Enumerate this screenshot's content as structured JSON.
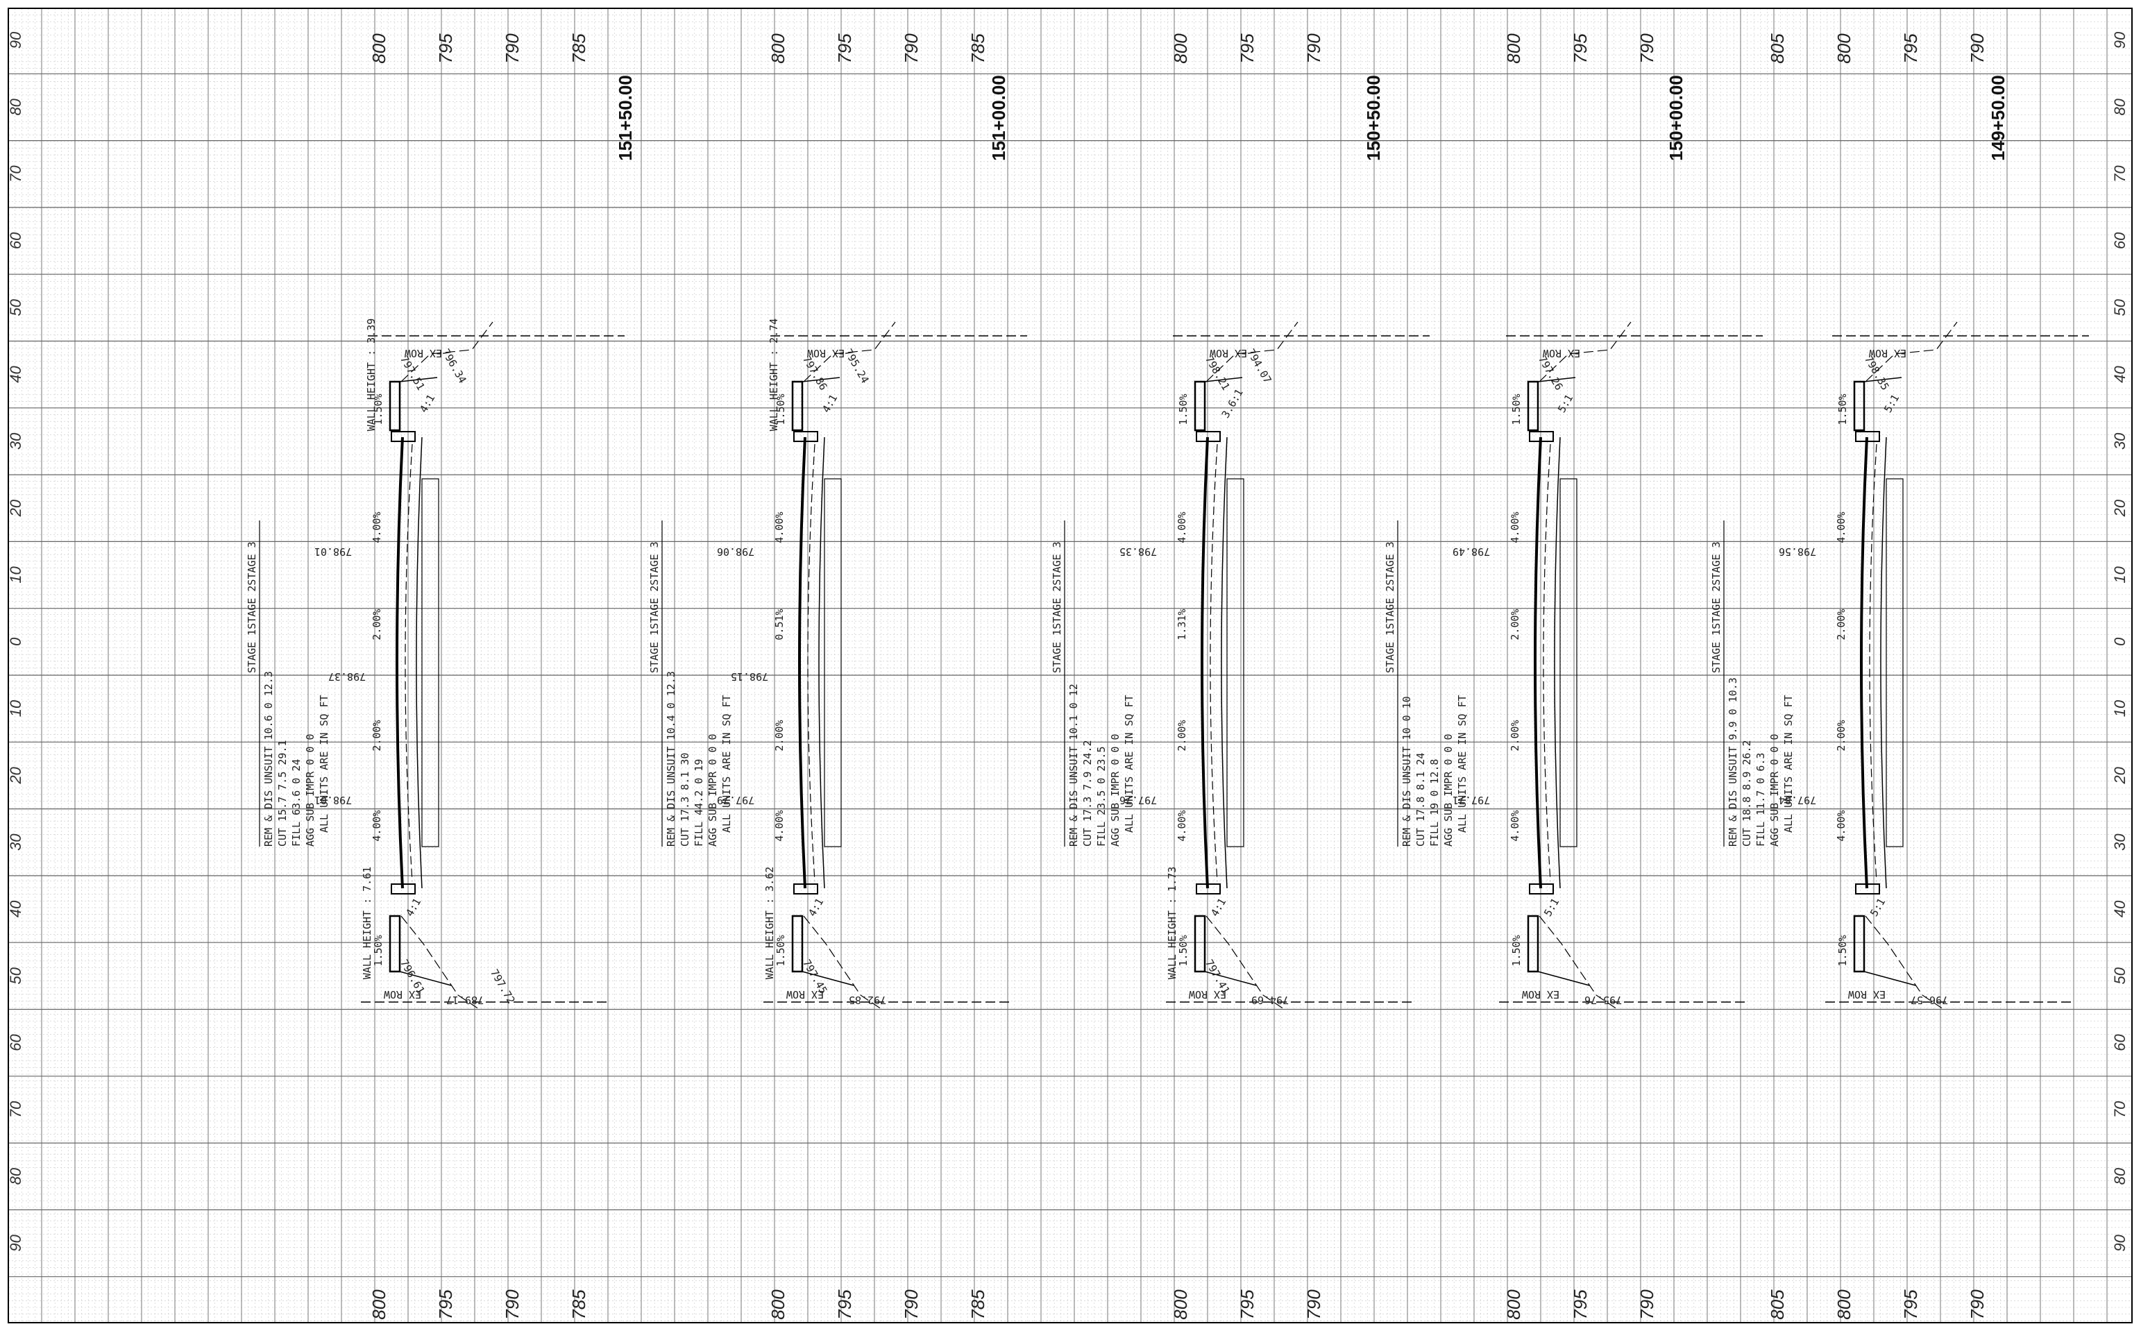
{
  "left_axis": [
    "90",
    "80",
    "70",
    "60",
    "50",
    "40",
    "30",
    "20",
    "10",
    "0",
    "10",
    "20",
    "30",
    "40",
    "50",
    "60",
    "70",
    "80",
    "90"
  ],
  "right_axis": [
    "90",
    "80",
    "70",
    "60",
    "50",
    "40",
    "30",
    "20",
    "10",
    "0",
    "10",
    "20",
    "30",
    "40",
    "50",
    "60",
    "70",
    "80",
    "90"
  ],
  "sections": [
    {
      "station": "151+50.00",
      "elevations": [
        "800",
        "795",
        "790",
        "785"
      ],
      "table_header": "STAGE 1STAGE 2STAGE 3",
      "table_rows": [
        "REM & DIS UNSUIT  10.6   0   12.3",
        "CUT               15.7  7.5  29.1",
        "FILL              63.6   0    24",
        "AGG SUB IMPR        0    0     0"
      ],
      "units_note": "ALL UNITS ARE IN SQ FT",
      "wall_top": "WALL HEIGHT : 3.39",
      "wall_bottom": "WALL HEIGHT : 7.61",
      "ex_row_top": "EX ROW",
      "ex_row_bottom": "EX ROW",
      "elev_left": "798.01",
      "elev_center": "798.37",
      "elev_right": "798.01",
      "elev_bottom_end": "789.17",
      "grades": [
        "4.00%",
        "2.00%",
        "2.00%",
        "4.00%"
      ],
      "shoulder_top": "1.50%",
      "shoulder_bottom": "1.50%",
      "slope_top_1": "797.51",
      "slope_top_2": "796.34",
      "slope_bottom_1": "796.61",
      "slope_bottom_2": "797.72",
      "ratio_top": "4:1",
      "ratio_bottom": "4:1"
    },
    {
      "station": "151+00.00",
      "elevations": [
        "800",
        "795",
        "790",
        "785"
      ],
      "table_header": "STAGE 1STAGE 2STAGE 3",
      "table_rows": [
        "REM & DIS UNSUIT  10.4   0   12.3",
        "CUT               17.3  8.1   30",
        "FILL              44.2   0    19",
        "AGG SUB IMPR        0    0     0"
      ],
      "units_note": "ALL UNITS ARE IN SQ FT",
      "wall_top": "WALL HEIGHT : 2.74",
      "wall_bottom": "WALL HEIGHT : 3.62",
      "ex_row_top": "EX ROW",
      "ex_row_bottom": "EX ROW",
      "elev_left": "798.06",
      "elev_center": "798.15",
      "elev_right": "797.79",
      "elev_bottom_end": "792.85",
      "grades": [
        "4.00%",
        "0.51%",
        "2.00%",
        "4.00%"
      ],
      "shoulder_top": "1.50%",
      "shoulder_bottom": "1.50%",
      "slope_top_1": "797.86",
      "slope_top_2": "795.24",
      "slope_bottom_1": "797.45",
      "slope_bottom_2": "",
      "ratio_top": "4:1",
      "ratio_bottom": "4:1"
    },
    {
      "station": "150+50.00",
      "elevations": [
        "800",
        "795",
        "790"
      ],
      "table_header": "STAGE 1STAGE 2STAGE 3",
      "table_rows": [
        "REM & DIS UNSUIT  10.1   0    12",
        "CUT               17.3  7.9  24.2",
        "FILL              23.5   0   23.5",
        "AGG SUB IMPR        0    0     0"
      ],
      "units_note": "ALL UNITS ARE IN SQ FT",
      "wall_top": "",
      "wall_bottom": "WALL HEIGHT : 1.73",
      "ex_row_top": "EX ROW",
      "ex_row_bottom": "EX ROW",
      "elev_left": "798.35",
      "elev_center": "",
      "elev_right": "797.76",
      "elev_bottom_end": "794.69",
      "grades": [
        "4.00%",
        "1.31%",
        "2.00%",
        "4.00%"
      ],
      "shoulder_top": "1.50%",
      "shoulder_bottom": "1.50%",
      "slope_top_1": "798.21",
      "slope_top_2": "794.07",
      "slope_bottom_1": "797.41",
      "slope_bottom_2": "",
      "ratio_top": "3.6:1",
      "ratio_bottom": "4:1"
    },
    {
      "station": "150+00.00",
      "elevations": [
        "800",
        "795",
        "790"
      ],
      "table_header": "STAGE 1STAGE 2STAGE 3",
      "table_rows": [
        "REM & DIS UNSUIT   10    0    10",
        "CUT               17.8  8.1   24",
        "FILL               19    0   12.8",
        "AGG SUB IMPR        0    0     0"
      ],
      "units_note": "ALL UNITS ARE IN SQ FT",
      "wall_top": "",
      "wall_bottom": "",
      "ex_row_top": "EX ROW",
      "ex_row_bottom": "EX ROW",
      "elev_left": "798.49",
      "elev_center": "",
      "elev_right": "797.71",
      "elev_bottom_end": "795.76",
      "grades": [
        "4.00%",
        "2.00%",
        "2.00%",
        "4.00%"
      ],
      "shoulder_top": "1.50%",
      "shoulder_bottom": "1.50%",
      "slope_top_1": "797.26",
      "slope_top_2": "",
      "slope_bottom_1": "",
      "slope_bottom_2": "",
      "ratio_top": "5:1",
      "ratio_bottom": "5:1"
    },
    {
      "station": "149+50.00",
      "elevations": [
        "805",
        "800",
        "795",
        "790"
      ],
      "table_header": "STAGE 1STAGE 2STAGE 3",
      "table_rows": [
        "REM & DIS UNSUIT   9.9   0   10.3",
        "CUT               18.8  8.9  26.2",
        "FILL              11.7   0    6.3",
        "AGG SUB IMPR        0    0     0"
      ],
      "units_note": "ALL UNITS ARE IN SQ FT",
      "wall_top": "",
      "wall_bottom": "",
      "ex_row_top": "EX ROW",
      "ex_row_bottom": "EX ROW",
      "elev_left": "798.56",
      "elev_center": "",
      "elev_right": "797.84",
      "elev_bottom_end": "796.57",
      "grades": [
        "4.00%",
        "2.00%",
        "2.00%",
        "4.00%"
      ],
      "shoulder_top": "1.50%",
      "shoulder_bottom": "1.50%",
      "slope_top_1": "798.35",
      "slope_top_2": "",
      "slope_bottom_1": "",
      "slope_bottom_2": "",
      "ratio_top": "5:1",
      "ratio_bottom": "5:1"
    }
  ]
}
